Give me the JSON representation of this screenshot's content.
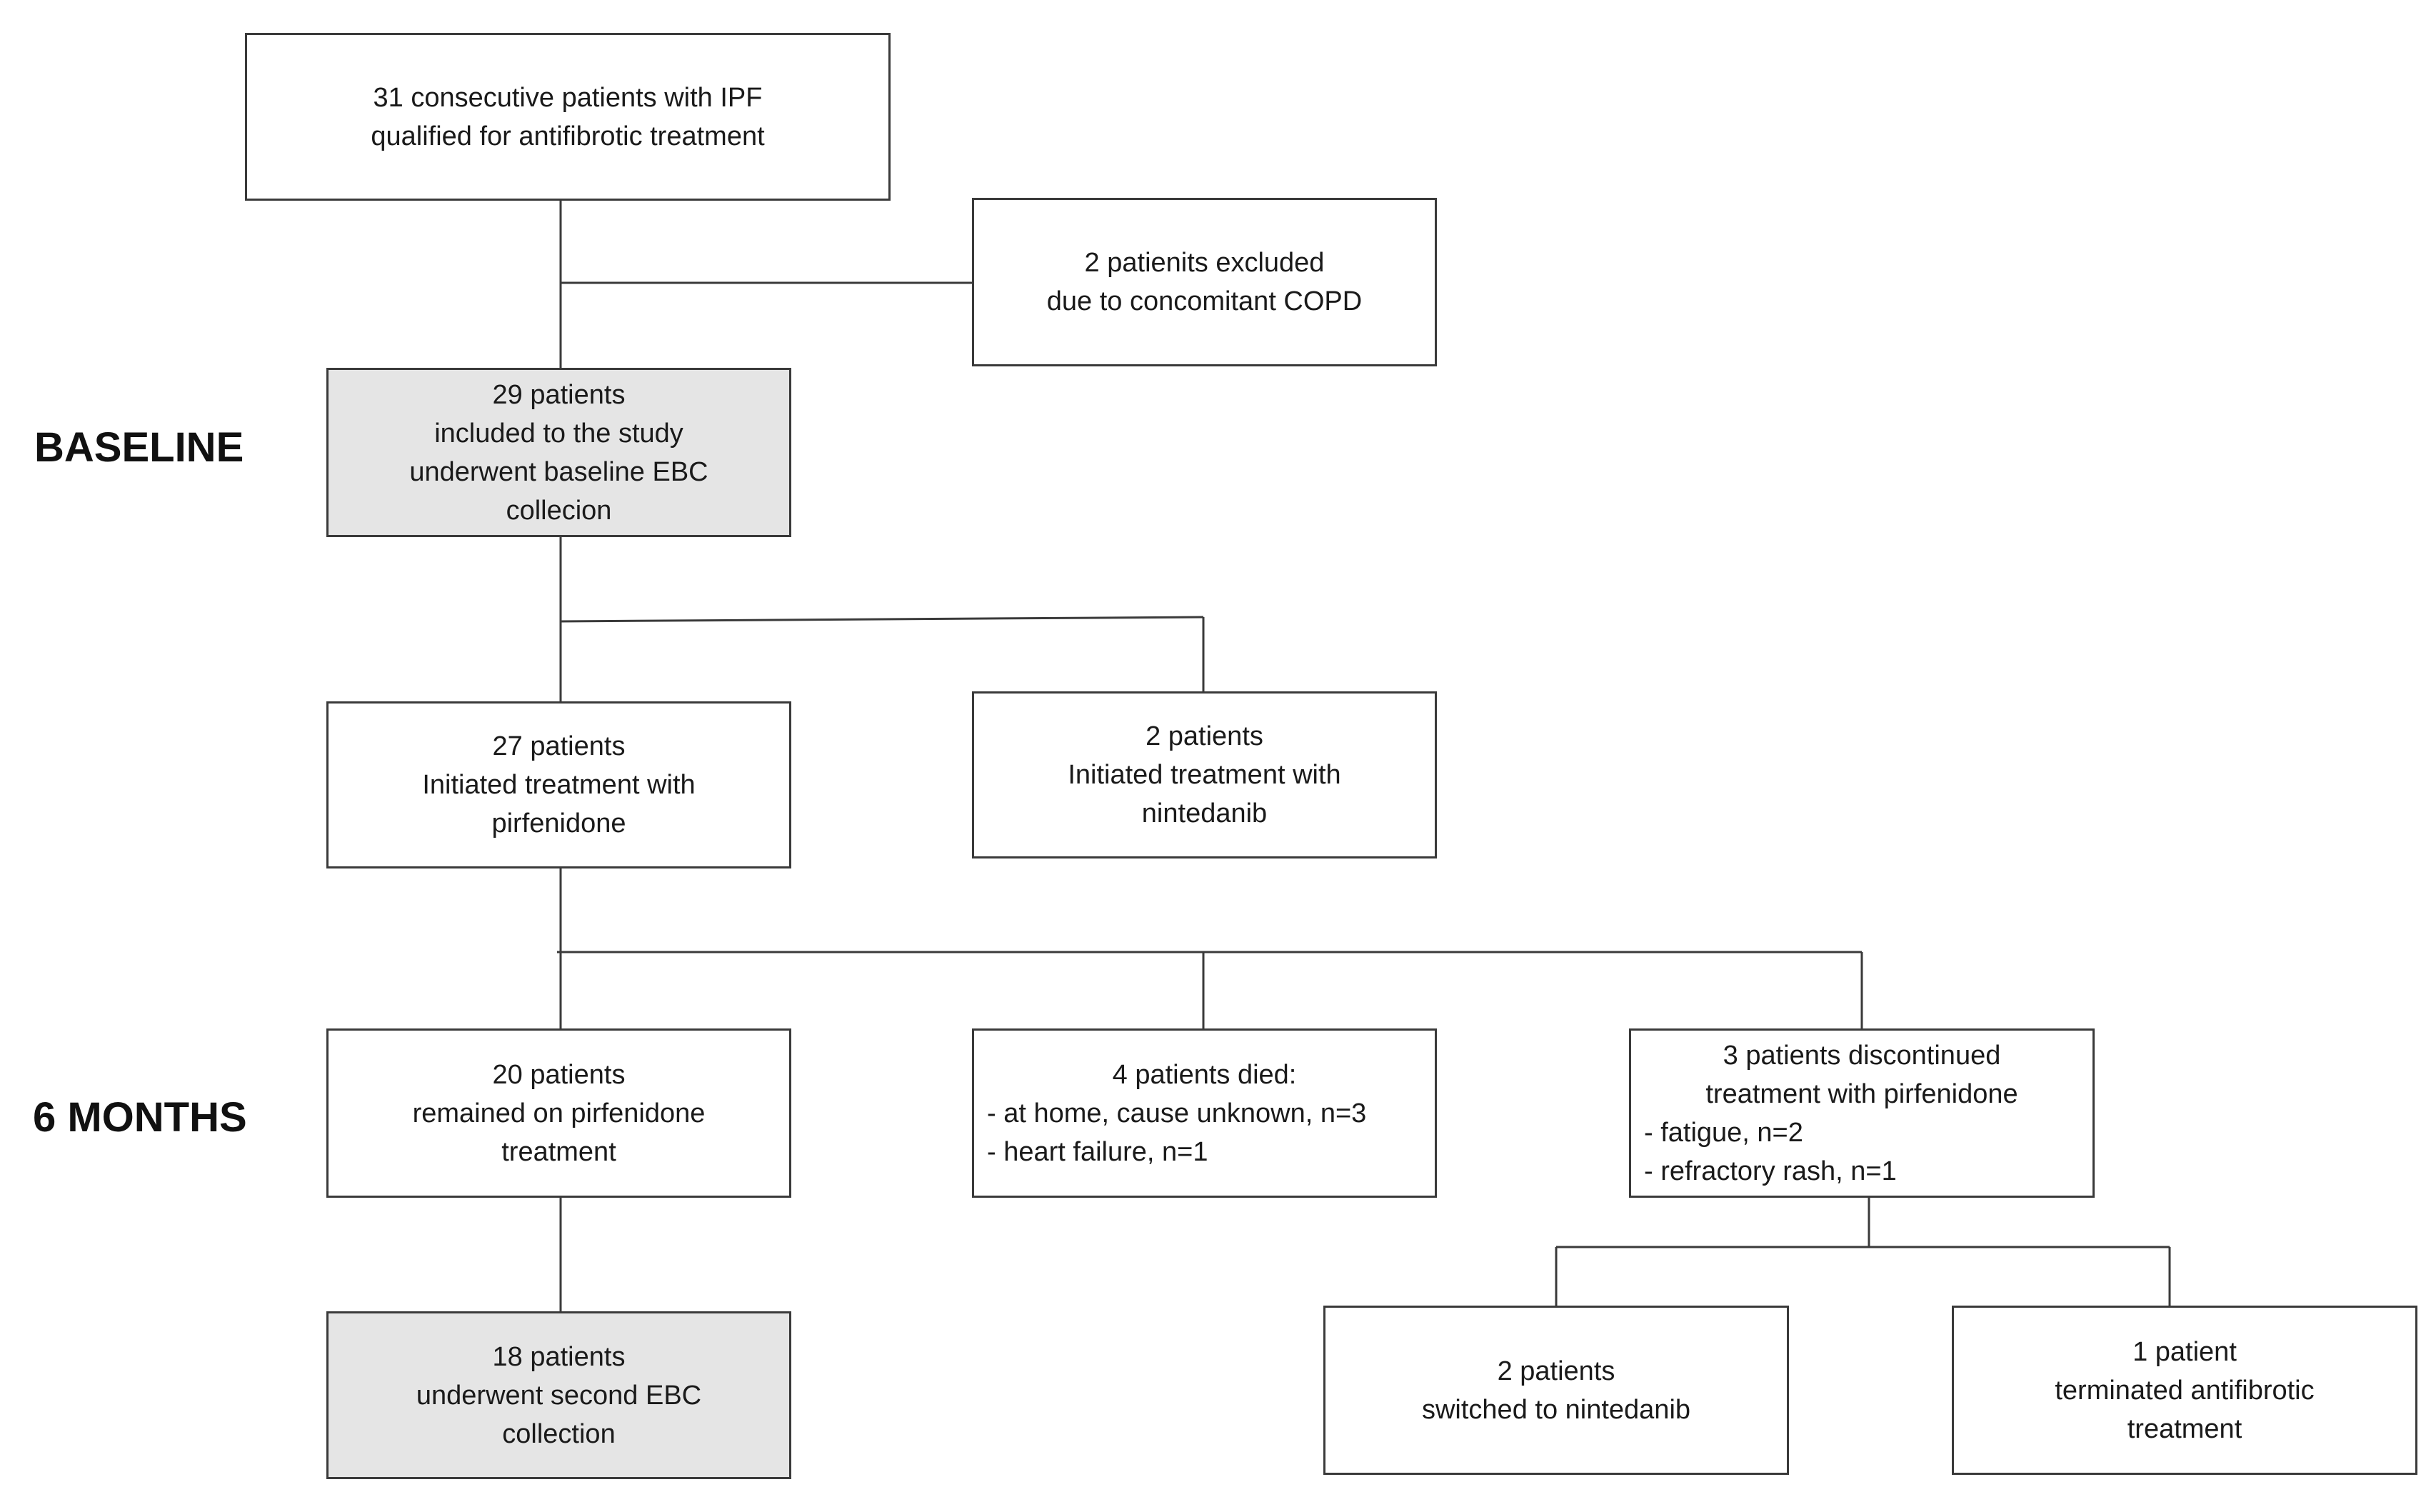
{
  "stages": {
    "baseline": "BASELINE",
    "six_months": "6 MONTHS"
  },
  "boxes": {
    "consecutive": [
      "31 consecutive patients with IPF",
      "qualified for antifibrotic treatment"
    ],
    "excluded": [
      "2 patienits excluded",
      "due to concomitant COPD"
    ],
    "included": [
      "29 patients",
      "included to the study",
      "underwent  baseline EBC",
      "collecion"
    ],
    "pirfenidone_start": [
      "27 patients",
      "Initiated treatment with",
      "pirfenidone"
    ],
    "nintedanib_start": [
      "2 patients",
      "Initiated treatment with",
      "nintedanib"
    ],
    "remained": [
      "20 patients",
      "remained on pirfenidone",
      "treatment"
    ],
    "died": {
      "heading": "4 patients died:",
      "items": [
        "- at home,  cause unknown, n=3",
        "- heart failure, n=1"
      ]
    },
    "discontinued": {
      "heading": [
        "3 patients discontinued",
        "treatment with pirfenidone"
      ],
      "items": [
        "- fatigue, n=2",
        "- refractory rash, n=1"
      ]
    },
    "second_ebc": [
      "18 patients",
      "underwent  second EBC",
      "collection"
    ],
    "switched": [
      "2 patients",
      "switched to nintedanib"
    ],
    "terminated": [
      "1 patient",
      "terminated antifibrotic",
      "treatment"
    ]
  }
}
